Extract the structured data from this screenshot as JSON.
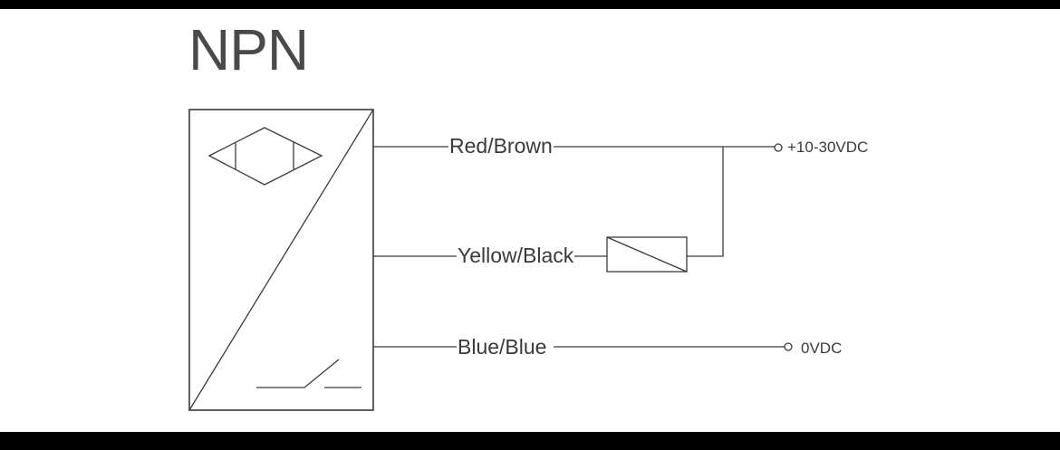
{
  "title": "NPN",
  "wires": {
    "supply": "Red/Brown",
    "output": "Yellow/Black",
    "ground": "Blue/Blue"
  },
  "terminals": {
    "positive": "+10-30VDC",
    "zero": "0VDC"
  },
  "colors": {
    "line": "#3a3a3a",
    "text": "#3a3a3a",
    "title": "#4a4a4a",
    "background": "#ffffff",
    "frame": "#000000"
  }
}
